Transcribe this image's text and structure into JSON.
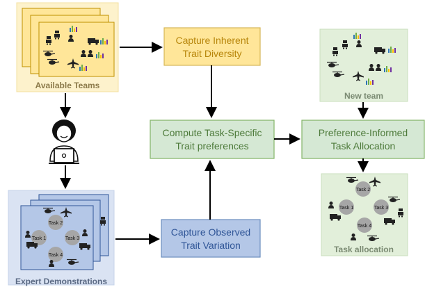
{
  "panels": {
    "available_teams": {
      "caption": "Available Teams"
    },
    "expert_demonstrations": {
      "caption": "Expert Demonstrations",
      "tasks": [
        "Task 2",
        "Task 1",
        "Task 3",
        "Task 4"
      ]
    },
    "new_team": {
      "caption": "New team"
    },
    "task_allocation": {
      "caption": "Task allocation",
      "tasks": [
        "Task 2",
        "Task 1",
        "Task 3",
        "Task 4"
      ]
    }
  },
  "boxes": {
    "capture_inherent": {
      "line1": "Capture Inherent",
      "line2": "Trait Diversity"
    },
    "compute_task_specific": {
      "line1": "Compute Task-Specific",
      "line2": "Trait preferences"
    },
    "capture_observed": {
      "line1": "Capture Observed",
      "line2": "Trait Variation"
    },
    "preference_informed": {
      "line1": "Preference-Informed",
      "line2": "Task Allocation"
    }
  },
  "colors": {
    "yellow_fill": "#ffe699",
    "yellow_stroke": "#d6b656",
    "green_fill": "#d5e8d4",
    "green_stroke": "#82b366",
    "blue_fill": "#b4c7e7",
    "blue_stroke": "#6c8ebf",
    "panel_yellow": "#fdf2cc",
    "panel_green": "#e2efda",
    "panel_blue": "#dae3f3",
    "text_gold": "#b8860b",
    "text_green": "#4d7a3a",
    "text_blue": "#2f5597"
  },
  "icons": [
    "robot-icon",
    "helicopter-icon",
    "truck-icon",
    "airplane-icon",
    "people-icon",
    "bar-chart-icon",
    "person-with-laptop-icon"
  ]
}
